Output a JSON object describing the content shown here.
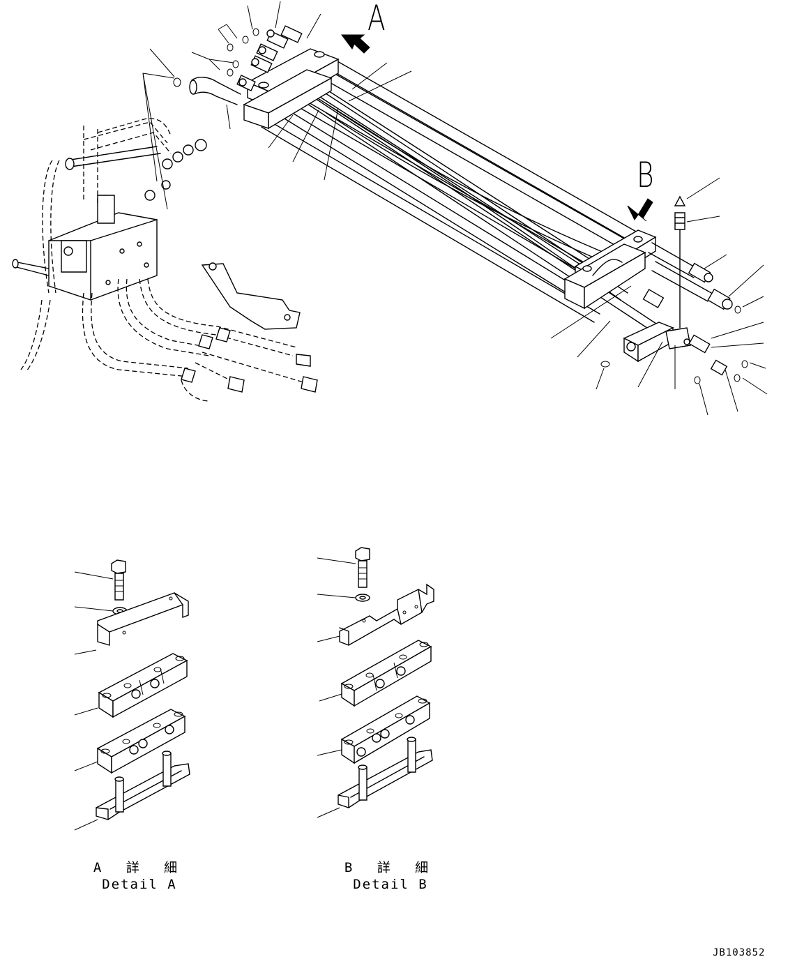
{
  "view_labels": {
    "a": "A",
    "b": "B"
  },
  "detail_a": {
    "jp": "A 詳 細",
    "en": "Detail A"
  },
  "detail_b": {
    "jp": "B 詳 細",
    "en": "Detail B"
  },
  "drawing_code": "JB103852"
}
